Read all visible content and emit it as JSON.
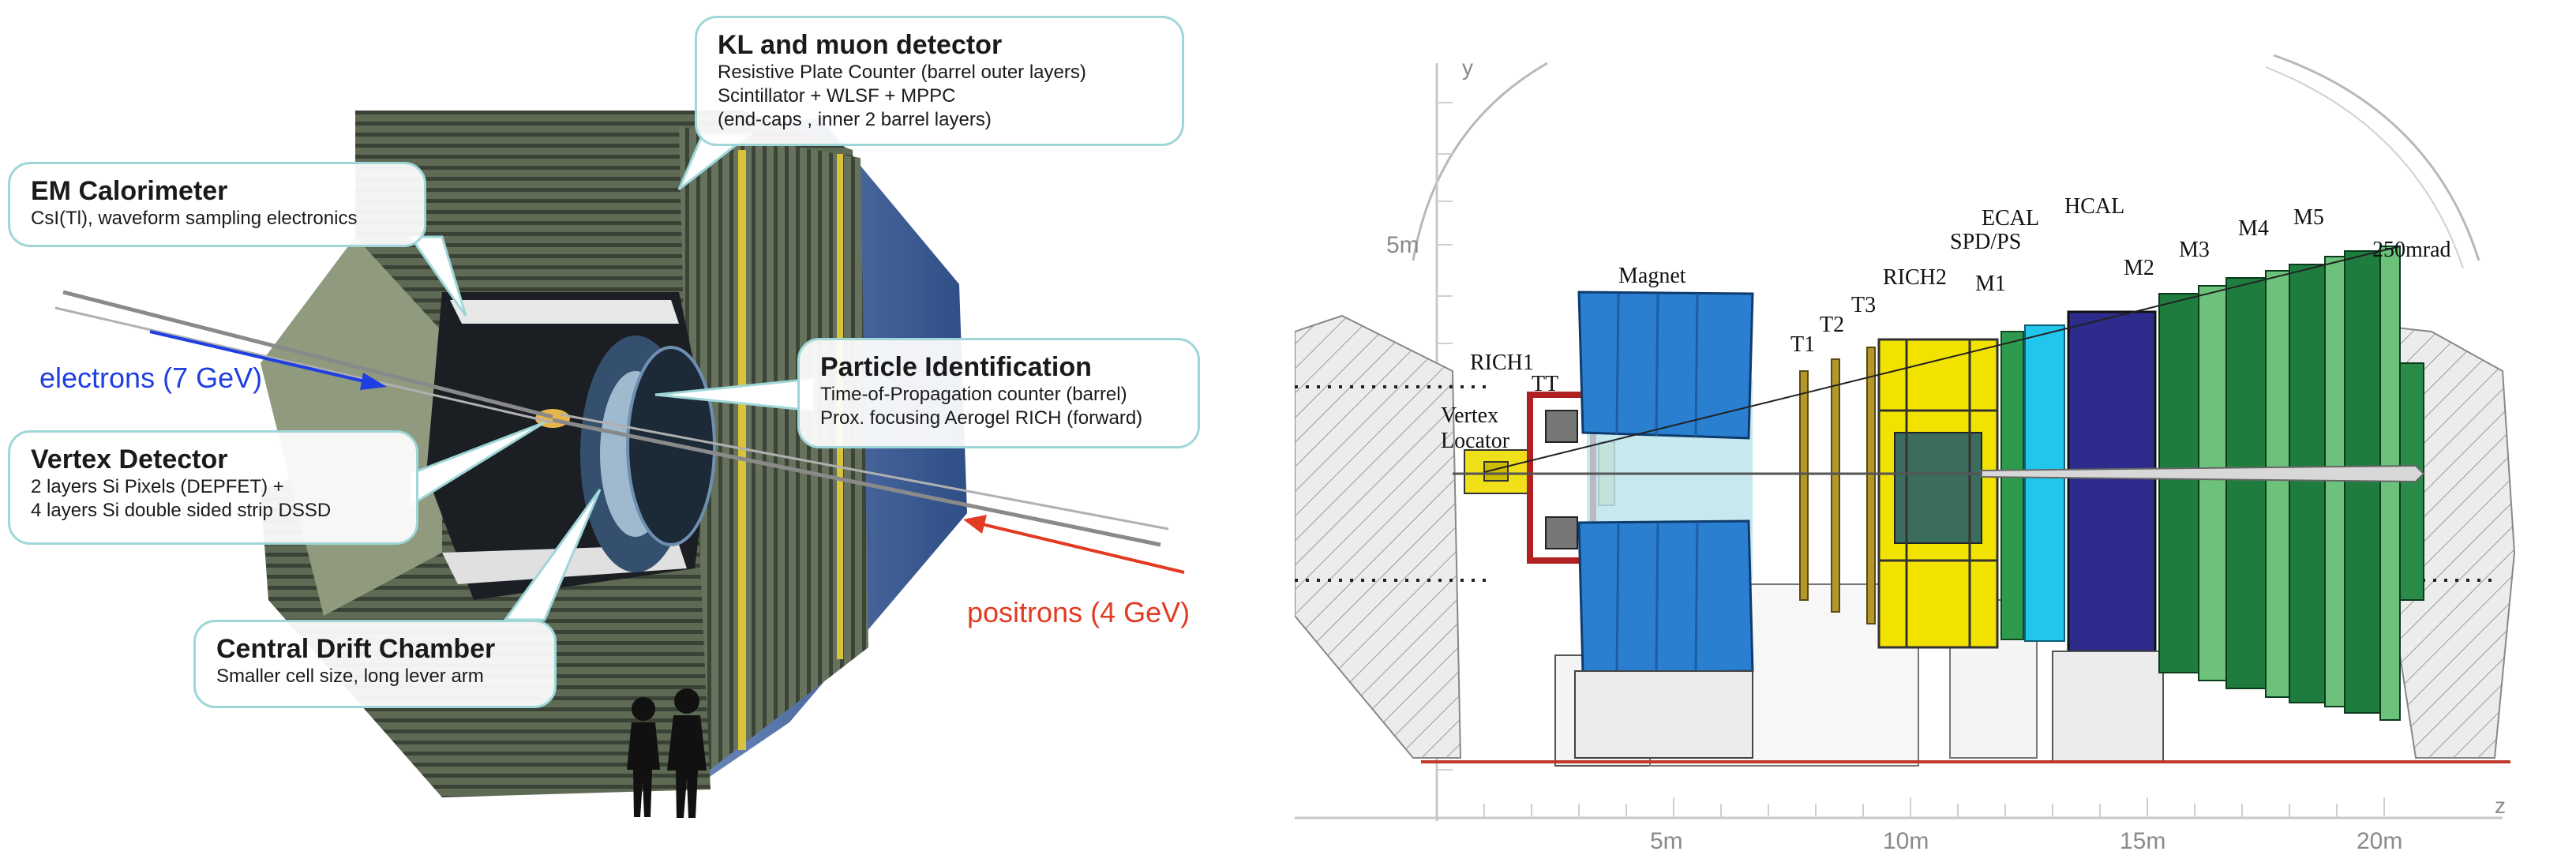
{
  "left": {
    "callouts": {
      "kl_muon": {
        "title": "KL and muon detector",
        "lines": [
          "Resistive Plate Counter (barrel outer layers)",
          "Scintillator + WLSF + MPPC",
          "(end-caps , inner 2 barrel layers)"
        ]
      },
      "em_calorimeter": {
        "title": "EM Calorimeter",
        "lines": [
          "CsI(Tl), waveform sampling electronics"
        ]
      },
      "particle_id": {
        "title": "Particle Identification",
        "lines": [
          "Time-of-Propagation counter (barrel)",
          "Prox. focusing Aerogel RICH (forward)"
        ]
      },
      "vertex_detector": {
        "title": "Vertex Detector",
        "lines": [
          "2 layers Si Pixels (DEPFET) +",
          "4 layers Si double sided strip DSSD"
        ]
      },
      "drift_chamber": {
        "title": "Central Drift Chamber",
        "lines": [
          "Smaller cell size, long lever arm"
        ]
      }
    },
    "beams": {
      "electrons": "electrons  (7 GeV)",
      "positrons": "positrons (4 GeV)"
    },
    "colors": {
      "electrons": "#1f3fe0",
      "positrons": "#e23b23",
      "callout_border": "#9fd6d8"
    }
  },
  "right": {
    "axis": {
      "y_label": "y",
      "z_label": "z",
      "y_ticks": [
        "5m"
      ],
      "z_ticks": [
        "5m",
        "10m",
        "15m",
        "20m"
      ]
    },
    "labels": {
      "vertex_locator_1": "Vertex",
      "vertex_locator_2": "Locator",
      "rich1": "RICH1",
      "tt": "TT",
      "magnet": "Magnet",
      "t1": "T1",
      "t2": "T2",
      "t3": "T3",
      "rich2": "RICH2",
      "m1": "M1",
      "spd_ps": "SPD/PS",
      "ecal": "ECAL",
      "hcal": "HCAL",
      "m2": "M2",
      "m3": "M3",
      "m4": "M4",
      "m5": "M5",
      "angle": "250mrad"
    },
    "colors": {
      "magnet": "#2a7fd1",
      "rich2": "#f2e200",
      "ecal": "#22c6ec",
      "hcal": "#2d2b8c",
      "muon_dark": "#1e7d3e",
      "muon_light": "#6cc27a",
      "floor": "#c0392b"
    }
  }
}
